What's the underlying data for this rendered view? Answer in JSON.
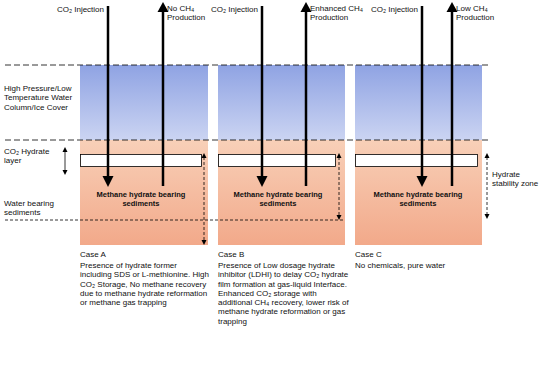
{
  "diagram": {
    "nodes": [
      {
        "text": [
          "Methane hydrate bearing sediments"
        ]
      },
      {
        "text": [
          "Methane hydrate bearing sediments"
        ]
      },
      {
        "text": [
          "Methane hydrate bearing sediments"
        ]
      }
    ],
    "labels": [
      "CO₂ Injection",
      "No CH₄ Production",
      "CO₂ Injection",
      "Enhanced CH₄ Production",
      "CO₂ Injection",
      "Low CH₄ Production",
      "High Pressure/Low Temperature Water Column/Ice Cover",
      "CO₂ Hydrate layer",
      "Water bearing sediments",
      "Hydrate stability zone",
      "Case A",
      "Presence of hydrate former including SDS or L-methionine. High CO₂ Storage, No methane recovery due to methane hydrate reformation or methane gas trapping",
      "Case B",
      "Presence of Low dosage hydrate inhibitor (LDHI) to delay CO₂ hydrate film formation at gas-liquid Interface. Enhanced CO₂ storage with additional CH₄ recovery, lower risk of methane hydrate reformation or gas trapping",
      "Case C",
      "No chemicals, pure water"
    ]
  }
}
